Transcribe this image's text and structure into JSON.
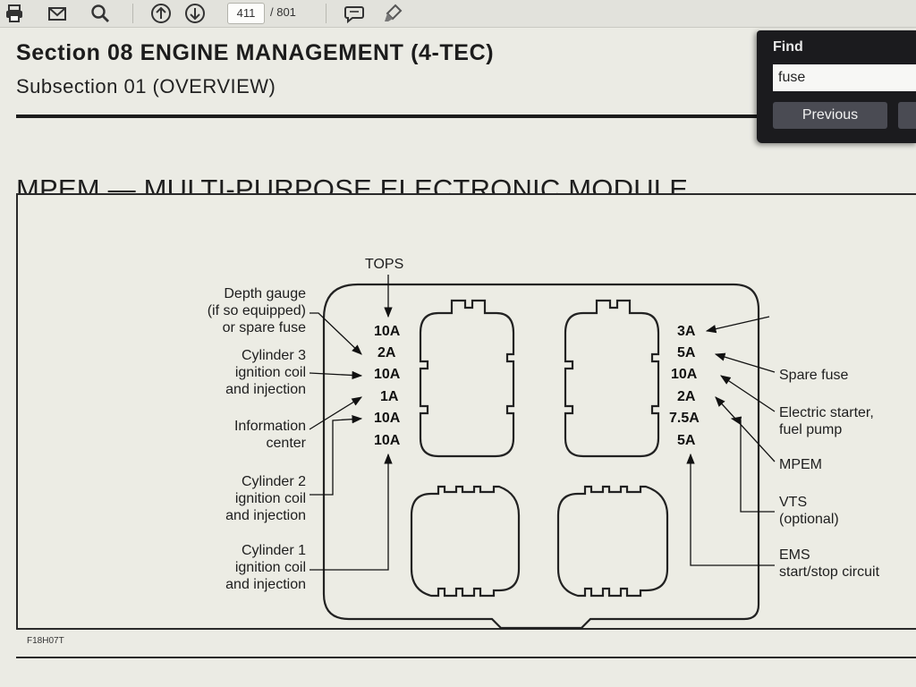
{
  "toolbar": {
    "icons": [
      "print-icon",
      "email-icon",
      "search-icon",
      "page-up-icon",
      "page-down-icon",
      "comment-icon",
      "highlight-pen-icon"
    ],
    "current_page": "411",
    "total_pages": "/ 801"
  },
  "document": {
    "section": "Section 08 ENGINE MANAGEMENT (4-TEC)",
    "subsection": "Subsection 01 (OVERVIEW)",
    "heading": "MPEM — MULTI-PURPOSE ELECTRONIC MODULE",
    "figure_code": "F18H07T",
    "figure": {
      "top_label": "TOPS",
      "left_labels": [
        [
          "Depth gauge",
          "(if so equipped)",
          "or spare fuse"
        ],
        [
          "Cylinder 3",
          "ignition coil",
          "and injection"
        ],
        [
          "Information",
          "center"
        ],
        [
          "Cylinder 2",
          "ignition coil",
          "and injection"
        ],
        [
          "Cylinder 1",
          "ignition coil",
          "and injection"
        ]
      ],
      "left_fuses": [
        "10A",
        "2A",
        "10A",
        "1A",
        "10A",
        "10A"
      ],
      "right_fuses": [
        "3A",
        "5A",
        "10A",
        "2A",
        "7.5A",
        "5A"
      ],
      "right_labels": [
        [
          "Spare fuse"
        ],
        [
          "Electric starter,",
          "fuel pump"
        ],
        [
          "MPEM"
        ],
        [
          "VTS",
          "(optional)"
        ],
        [
          "EMS",
          "start/stop circuit"
        ]
      ]
    }
  },
  "find": {
    "title": "Find",
    "query": "fuse",
    "previous_label": "Previous"
  }
}
